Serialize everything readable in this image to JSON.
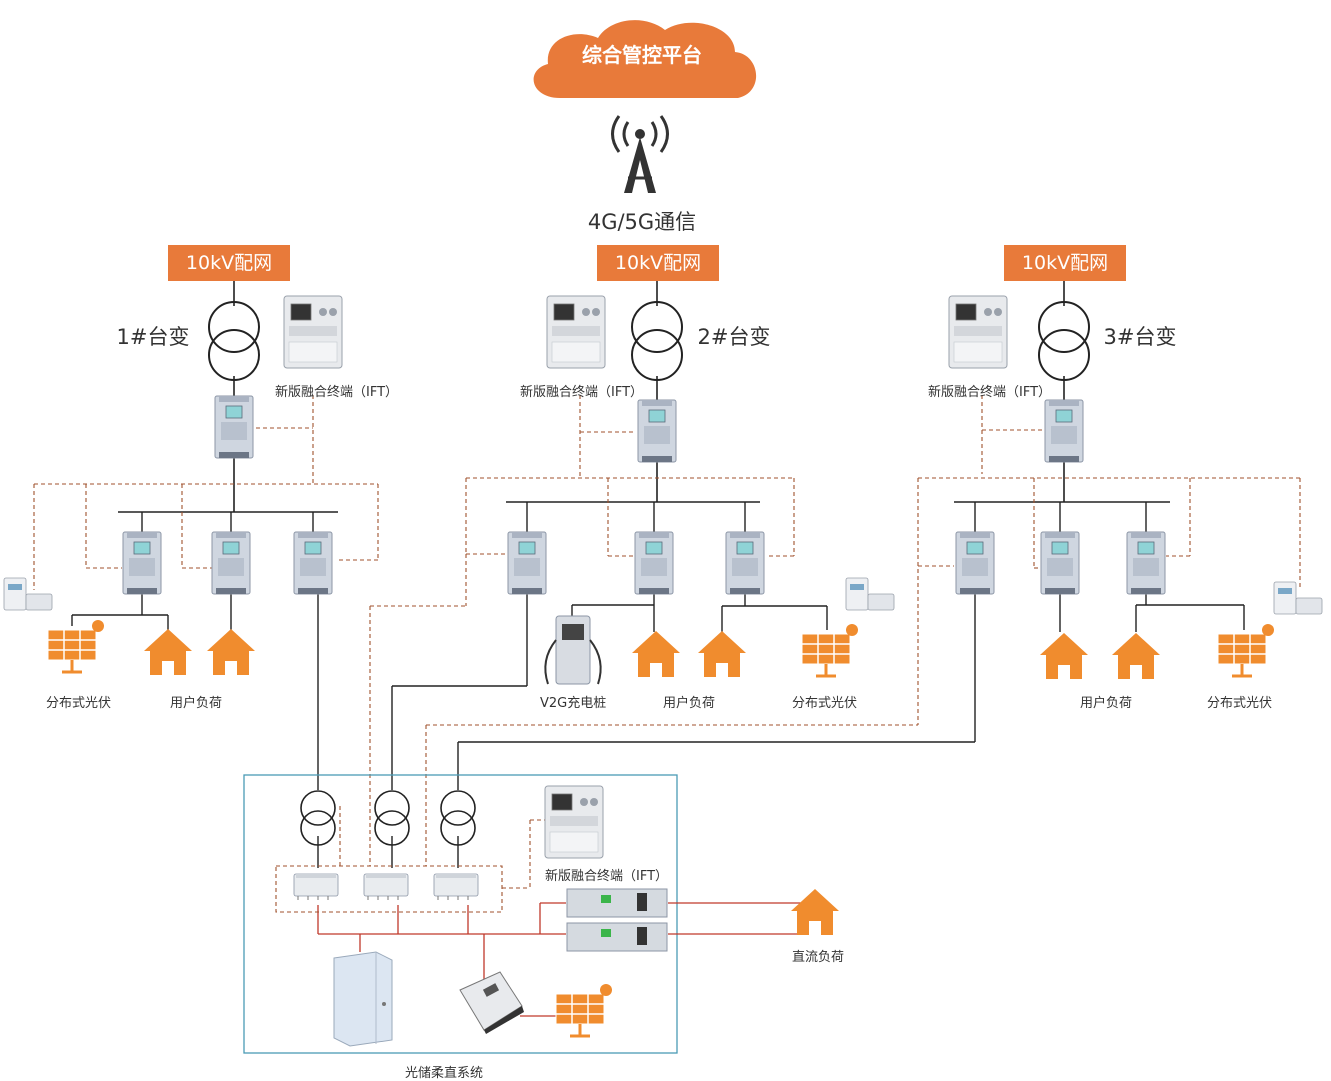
{
  "platform": {
    "label": "综合管控平台"
  },
  "comm": {
    "label": "4G/5G通信"
  },
  "grid_label": "10kV配网",
  "transformers": [
    "1#台变",
    "2#台变",
    "3#台变"
  ],
  "terminal_label": "新版融合终端（IFT）",
  "loads": {
    "pv": "分布式光伏",
    "user": "用户负荷",
    "v2g": "V2G充电桩",
    "dc": "直流负荷"
  },
  "system_label": "光储柔直系统",
  "colors": {
    "accent": "#e87a3a",
    "bus": "#222222",
    "dashed": "#a0522d",
    "dc": "#c0392b",
    "box": "#4a9bb5"
  }
}
